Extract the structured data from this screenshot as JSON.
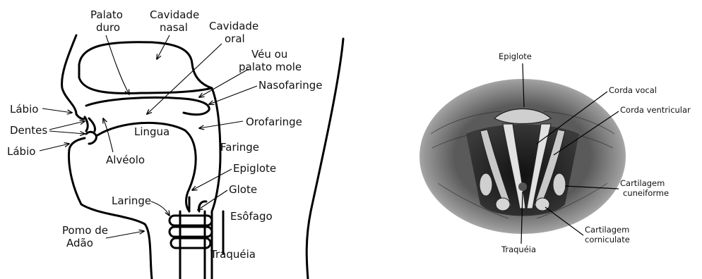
{
  "left_diagram": {
    "labels": {
      "palato_duro_1": "Palato",
      "palato_duro_2": "duro",
      "cavidade_nasal_1": "Cavidade",
      "cavidade_nasal_2": "nasal",
      "cavidade_oral_1": "Cavidade",
      "cavidade_oral_2": "oral",
      "veu_1": "Véu ou",
      "veu_2": "palato mole",
      "nasofaringe": "Nasofaringe",
      "orofaringe": "Orofaringe",
      "labio_superior": "Lábio",
      "dentes": "Dentes",
      "labio_inferior": "Lábio",
      "lingua": "Lingua",
      "alveolo": "Alvéolo",
      "faringe": "Faringe",
      "epiglote": "Epiglote",
      "glote": "Glote",
      "laringe": "Laringe",
      "esofago": "Esôfago",
      "pomo_1": "Pomo de",
      "pomo_2": "Adão",
      "traqueia": "Traquéia"
    }
  },
  "right_diagram": {
    "labels": {
      "epiglote": "Epiglote",
      "corda_vocal": "Corda vocal",
      "corda_ventricular": "Corda ventricular",
      "cuneiforme_1": "Cartilagem",
      "cuneiforme_2": "cuneiforme",
      "corniculate_1": "Cartilagem",
      "corniculate_2": "corniculate",
      "traqueia": "Traquéia"
    }
  },
  "colors": {
    "ink": "#000000",
    "background": "#ffffff",
    "tissue_dark": "#2a2a2a",
    "tissue_light": "#d9d9d9"
  }
}
